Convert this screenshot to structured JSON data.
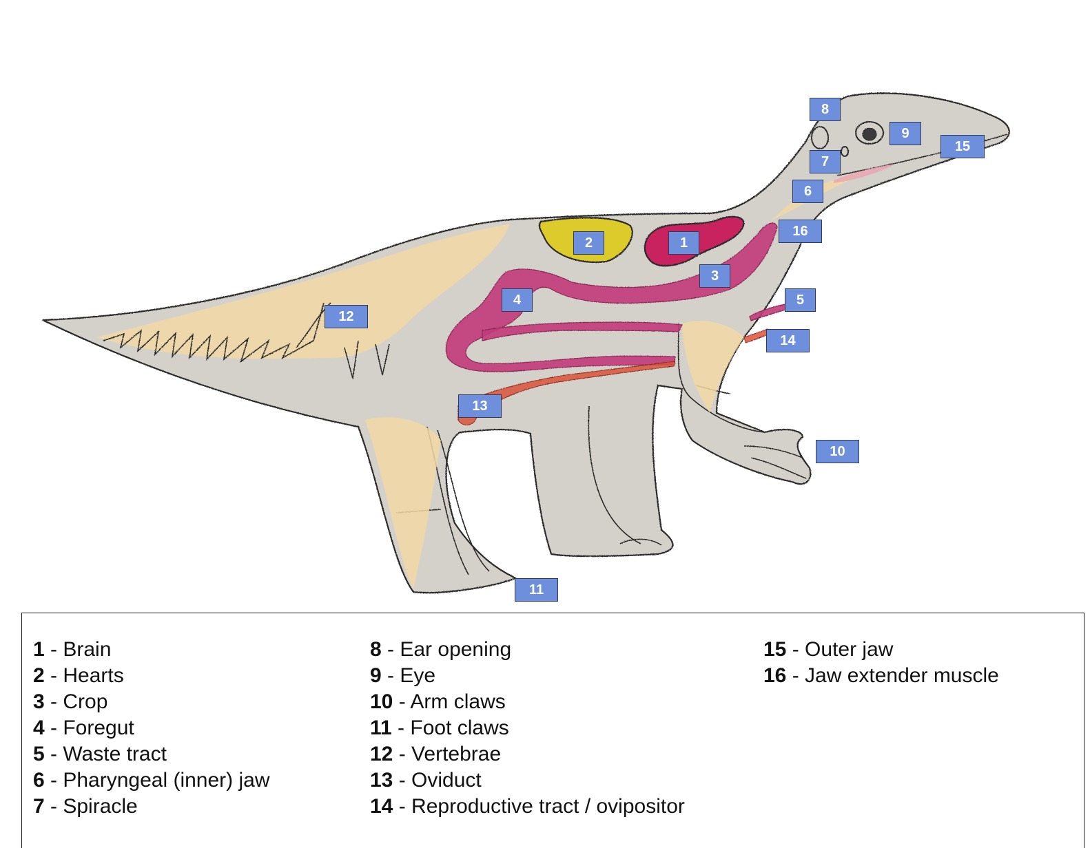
{
  "markers": [
    "8",
    "9",
    "15",
    "7",
    "6",
    "16",
    "2",
    "1",
    "3",
    "4",
    "5",
    "12",
    "14",
    "13",
    "10",
    "11"
  ],
  "legend": {
    "columns": [
      [
        {
          "num": "1",
          "sep": " - ",
          "label": "Brain"
        },
        {
          "num": "2",
          "sep": " - ",
          "label": "Hearts"
        },
        {
          "num": "3",
          "sep": " - ",
          "label": "Crop"
        },
        {
          "num": "4",
          "sep": " - ",
          "label": "Foregut"
        },
        {
          "num": "5",
          "sep": " - ",
          "label": "Waste tract"
        },
        {
          "num": "6",
          "sep": " - ",
          "label": "Pharyngeal (inner) jaw"
        },
        {
          "num": "7",
          "sep": " - ",
          "label": "Spiracle"
        }
      ],
      [
        {
          "num": "8",
          "sep": " - ",
          "label": "Ear opening"
        },
        {
          "num": "9",
          "sep": " - ",
          "label": "Eye"
        },
        {
          "num": "10",
          "sep": " - ",
          "label": "Arm claws"
        },
        {
          "num": "11",
          "sep": " - ",
          "label": "Foot claws"
        },
        {
          "num": "12",
          "sep": " - ",
          "label": "Vertebrae"
        },
        {
          "num": "13",
          "sep": " - ",
          "label": "Oviduct"
        },
        {
          "num": "14",
          "sep": " - ",
          "label": "Reproductive tract / ovipositor"
        }
      ],
      [
        {
          "num": "15",
          "sep": " - ",
          "label": "Outer jaw"
        },
        {
          "num": "16",
          "sep": " - ",
          "label": "Jaw extender muscle"
        }
      ]
    ]
  },
  "colors": {
    "skin": "#d4d1cb",
    "outline": "#2b2b2b",
    "skeleton": "#f2d9a6",
    "gut": "#c23a7a",
    "brain": "#c8245e",
    "hearts": "#dccb2a",
    "oviduct": "#d9543b",
    "badge": "#6d8fdc"
  }
}
